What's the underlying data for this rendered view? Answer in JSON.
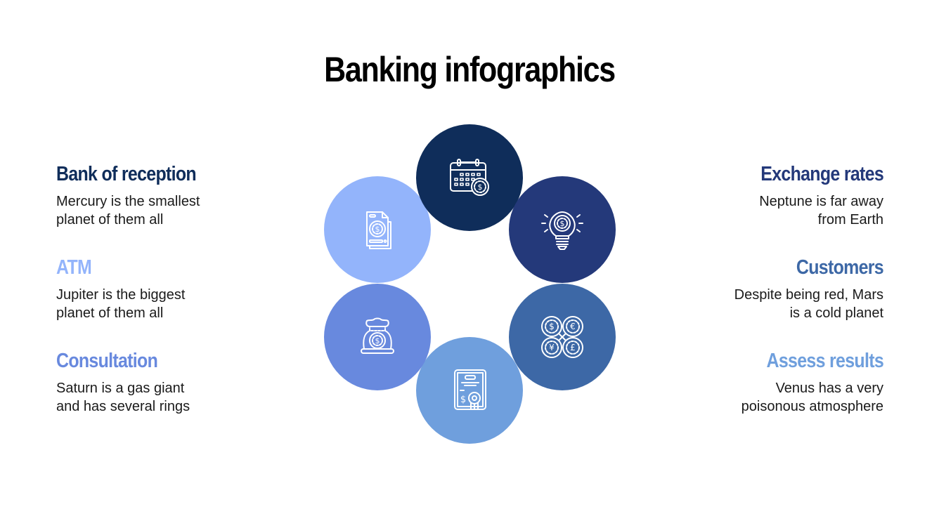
{
  "title": "Banking infographics",
  "colors": {
    "navy": "#0f2d5a",
    "dark_blue": "#24397a",
    "mid_blue": "#3d68a6",
    "sky_blue": "#6f9fdd",
    "periwinkle": "#6889de",
    "light_periwinkle": "#93b4fb"
  },
  "left_items": [
    {
      "heading": "Bank of reception",
      "text_line1": "Mercury is the smallest",
      "text_line2": "planet of them all",
      "color": "#0f2d5a"
    },
    {
      "heading": "ATM",
      "text_line1": "Jupiter is the biggest",
      "text_line2": "planet of them all",
      "color": "#93b4fb"
    },
    {
      "heading": "Consultation",
      "text_line1": "Saturn is a gas giant",
      "text_line2": "and has several rings",
      "color": "#6889de"
    }
  ],
  "right_items": [
    {
      "heading": "Exchange rates",
      "text_line1": "Neptune is far away",
      "text_line2": "from Earth",
      "color": "#24397a"
    },
    {
      "heading": "Customers",
      "text_line1": "Despite being red, Mars",
      "text_line2": "is a cold planet",
      "color": "#3d68a6"
    },
    {
      "heading": "Assess results",
      "text_line1": "Venus has a very",
      "text_line2": "poisonous atmosphere",
      "color": "#6f9fdd"
    }
  ],
  "circles": [
    {
      "icon": "calendar-dollar-icon",
      "color": "#0f2d5a"
    },
    {
      "icon": "lightbulb-dollar-icon",
      "color": "#24397a"
    },
    {
      "icon": "currency-exchange-icon",
      "color": "#3d68a6"
    },
    {
      "icon": "certificate-dollar-icon",
      "color": "#6f9fdd"
    },
    {
      "icon": "money-bag-icon",
      "color": "#6889de"
    },
    {
      "icon": "invoice-document-icon",
      "color": "#93b4fb"
    }
  ]
}
